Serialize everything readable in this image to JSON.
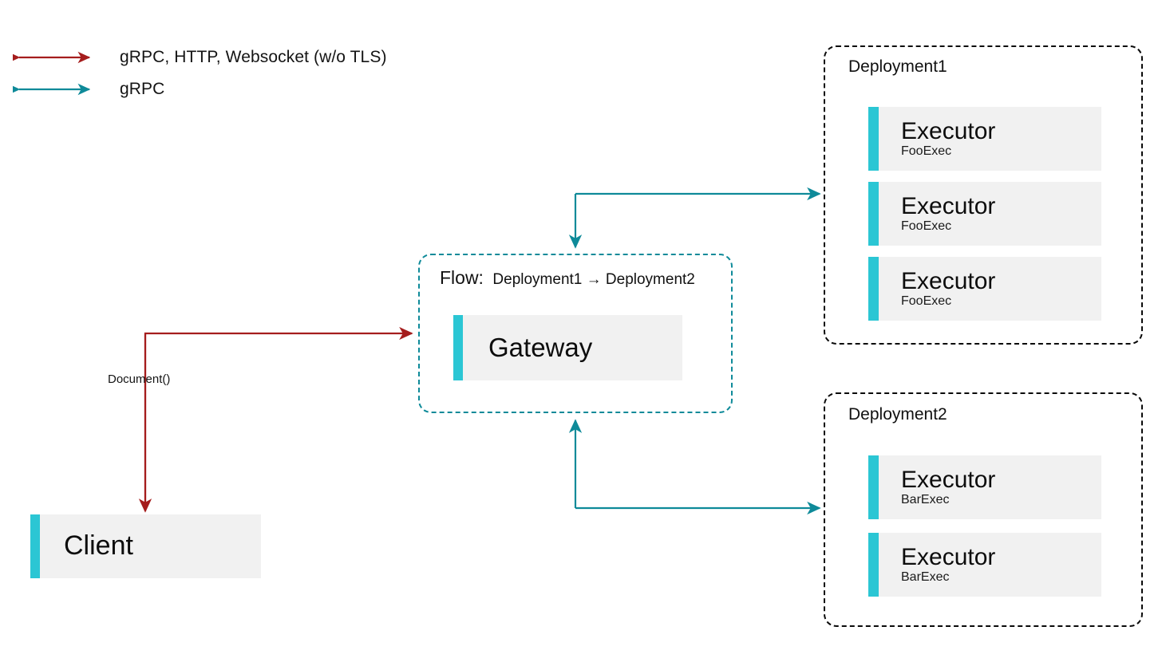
{
  "legend": {
    "items": [
      {
        "icon": "double-arrow-red-icon",
        "color": "#A51D1D",
        "label": "gRPC, HTTP, Websocket (w/o TLS)"
      },
      {
        "icon": "double-arrow-teal-icon",
        "color": "#0E8A99",
        "label": "gRPC"
      }
    ]
  },
  "colors": {
    "red_edge": "#A51D1D",
    "teal_edge": "#0E8A99",
    "accent_bar": "#2BC6D4",
    "card_bg": "#F1F1F1",
    "group_border": "#0A0A0A",
    "flow_border": "#0E8A99"
  },
  "client": {
    "title": "Client"
  },
  "flow": {
    "label_prefix": "Flow:",
    "route": "Deployment1 → Deployment2",
    "gateway": {
      "title": "Gateway"
    }
  },
  "deployments": [
    {
      "title": "Deployment1",
      "executors": [
        {
          "title": "Executor",
          "subtitle": "FooExec"
        },
        {
          "title": "Executor",
          "subtitle": "FooExec"
        },
        {
          "title": "Executor",
          "subtitle": "FooExec"
        }
      ]
    },
    {
      "title": "Deployment2",
      "executors": [
        {
          "title": "Executor",
          "subtitle": "BarExec"
        },
        {
          "title": "Executor",
          "subtitle": "BarExec"
        }
      ]
    }
  ],
  "edges": {
    "client_to_gateway_label": "Document()"
  }
}
